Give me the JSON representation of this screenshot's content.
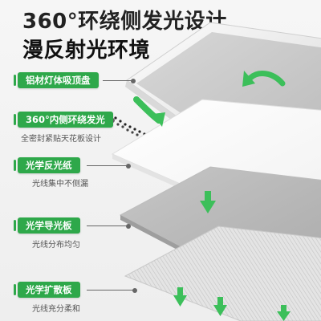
{
  "headline": {
    "line1": "360°环绕侧发光设计",
    "line2": "漫反射光环境"
  },
  "layers": [
    {
      "label": "铝材灯体吸顶盘",
      "caption": ""
    },
    {
      "label": "360°内侧环绕发光",
      "caption": "全密封紧贴天花板设计"
    },
    {
      "label": "光学反光纸",
      "caption": "光线集中不侧漏"
    },
    {
      "label": "光学导光板",
      "caption": "光线分布均匀"
    },
    {
      "label": "光学扩散板",
      "caption": "光线充分柔和"
    }
  ],
  "colors": {
    "accent": "#2ea84a",
    "arrow": "#3cbf5a"
  },
  "icons": [
    "curved-arrow-icon",
    "down-arrow-icon"
  ]
}
